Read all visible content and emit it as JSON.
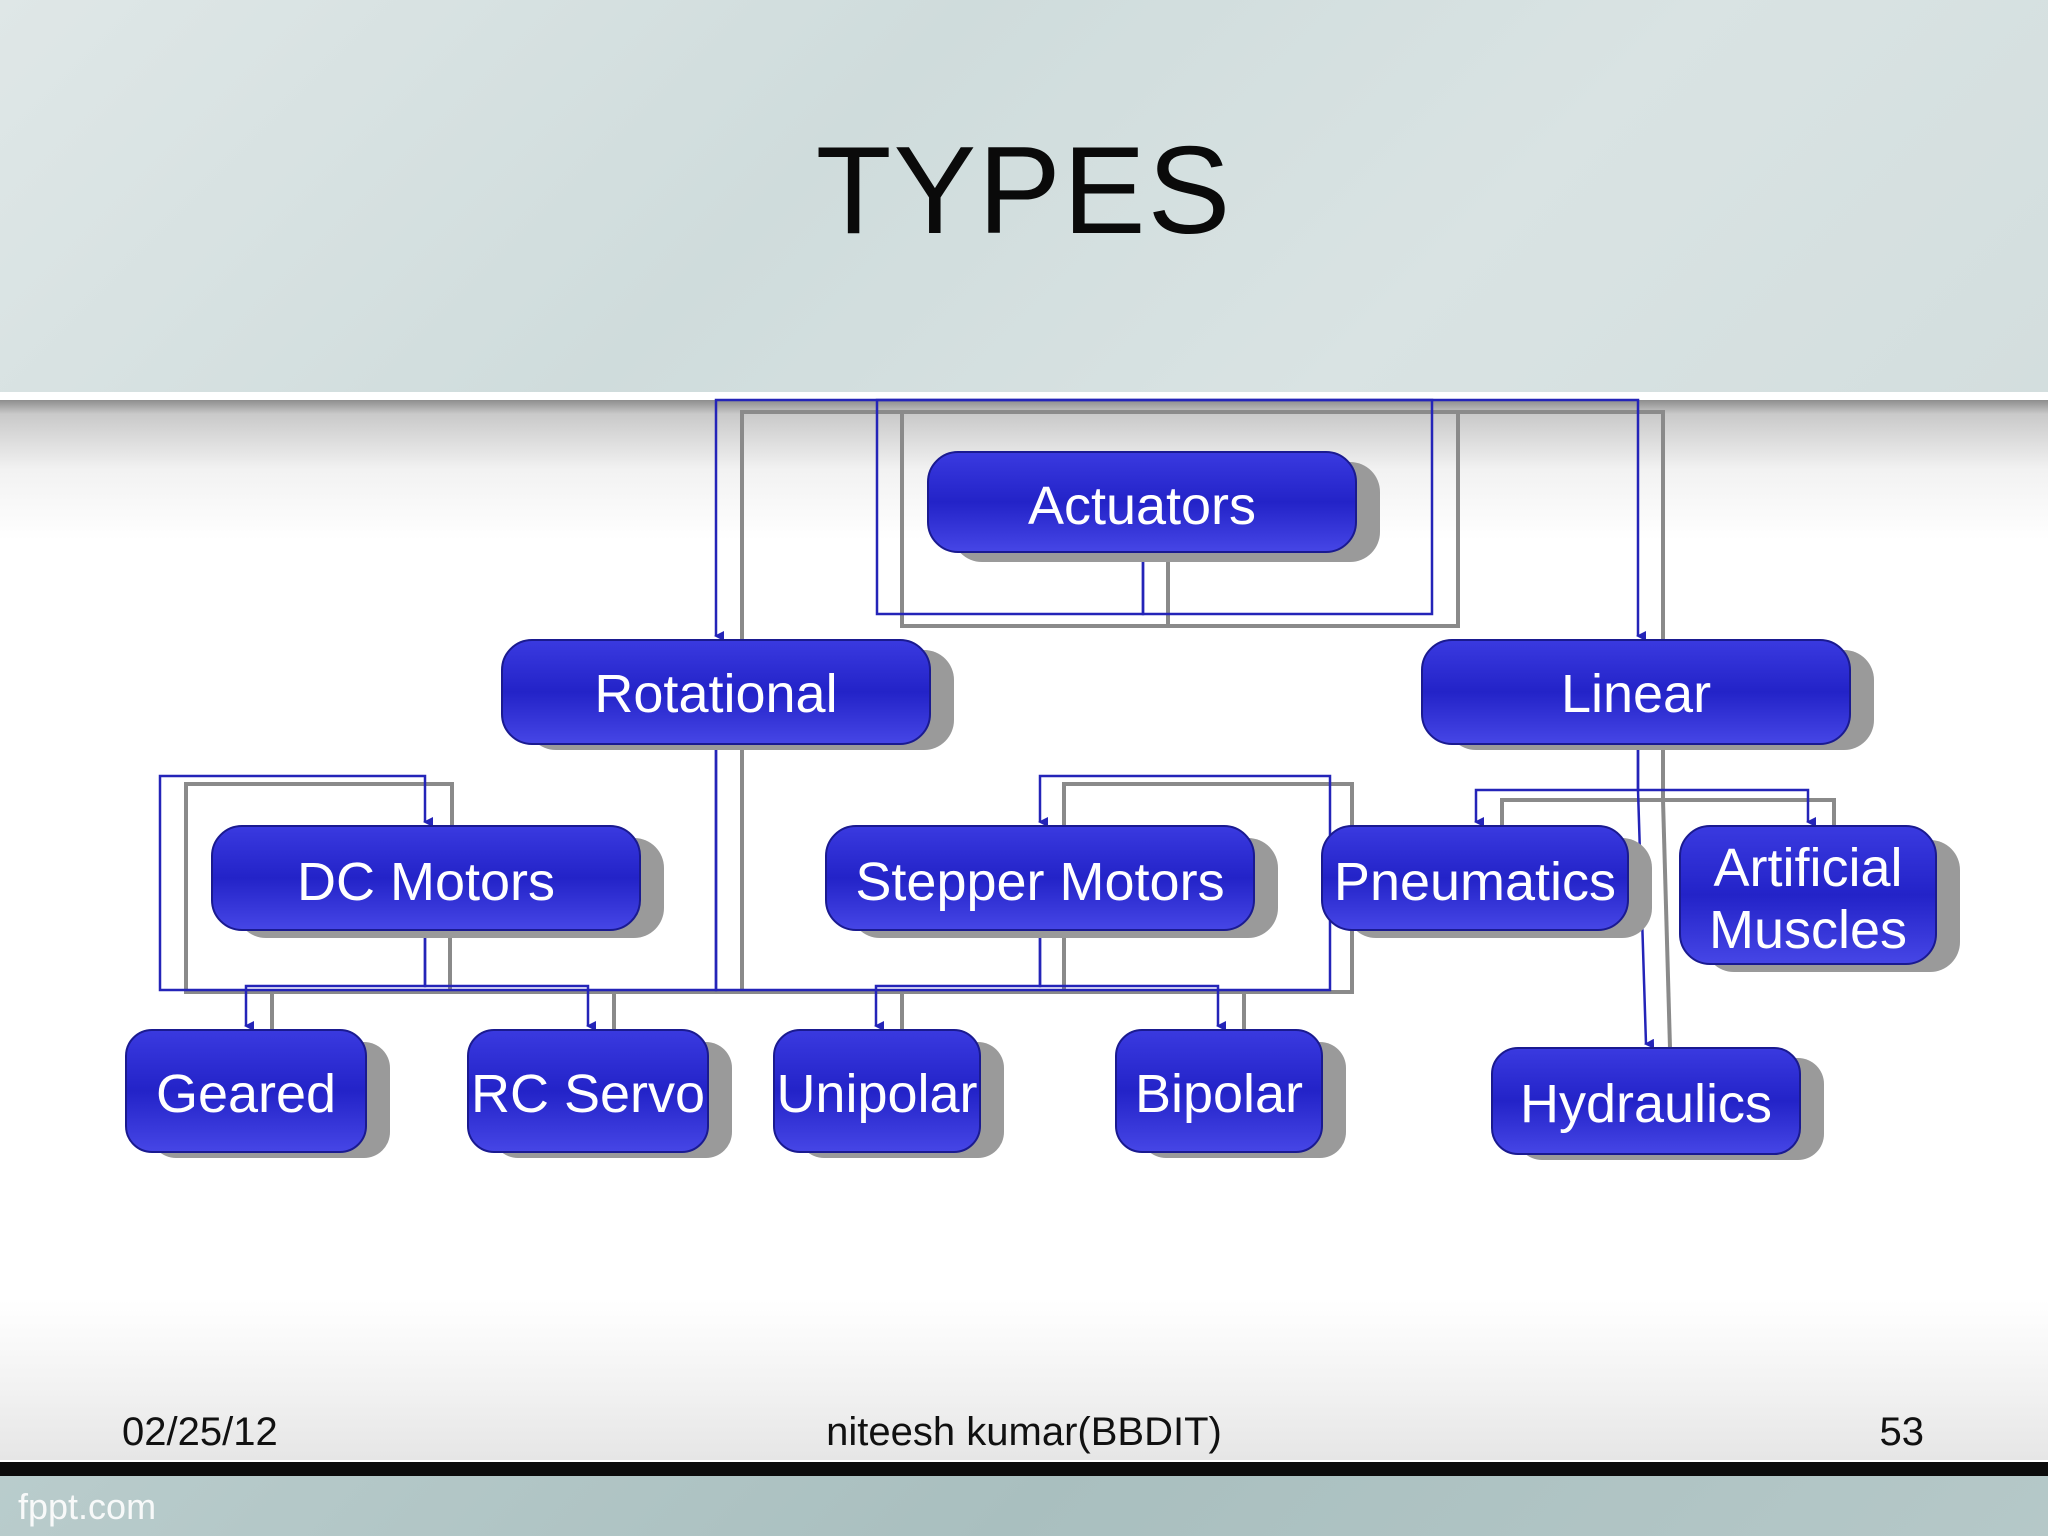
{
  "slide": {
    "title": "TYPES",
    "footer": {
      "date": "02/25/12",
      "author": "niteesh kumar(BBDIT)",
      "page": "53"
    },
    "brand": "fppt.com"
  },
  "diagram": {
    "nodes": {
      "actuators": "Actuators",
      "rotational": "Rotational",
      "linear": "Linear",
      "dc_motors": "DC Motors",
      "stepper_motors": "Stepper Motors",
      "pneumatics": "Pneumatics",
      "artificial_muscles_1": "Artificial",
      "artificial_muscles_2": "Muscles",
      "geared": "Geared",
      "rc_servo": "RC Servo",
      "unipolar": "Unipolar",
      "bipolar": "Bipolar",
      "hydraulics": "Hydraulics"
    },
    "colors": {
      "node_fill": "#2a2bd0",
      "node_shadow": "#9a9a9a",
      "connector_blue": "#2424b8",
      "connector_gray": "#8a8a8a"
    }
  }
}
